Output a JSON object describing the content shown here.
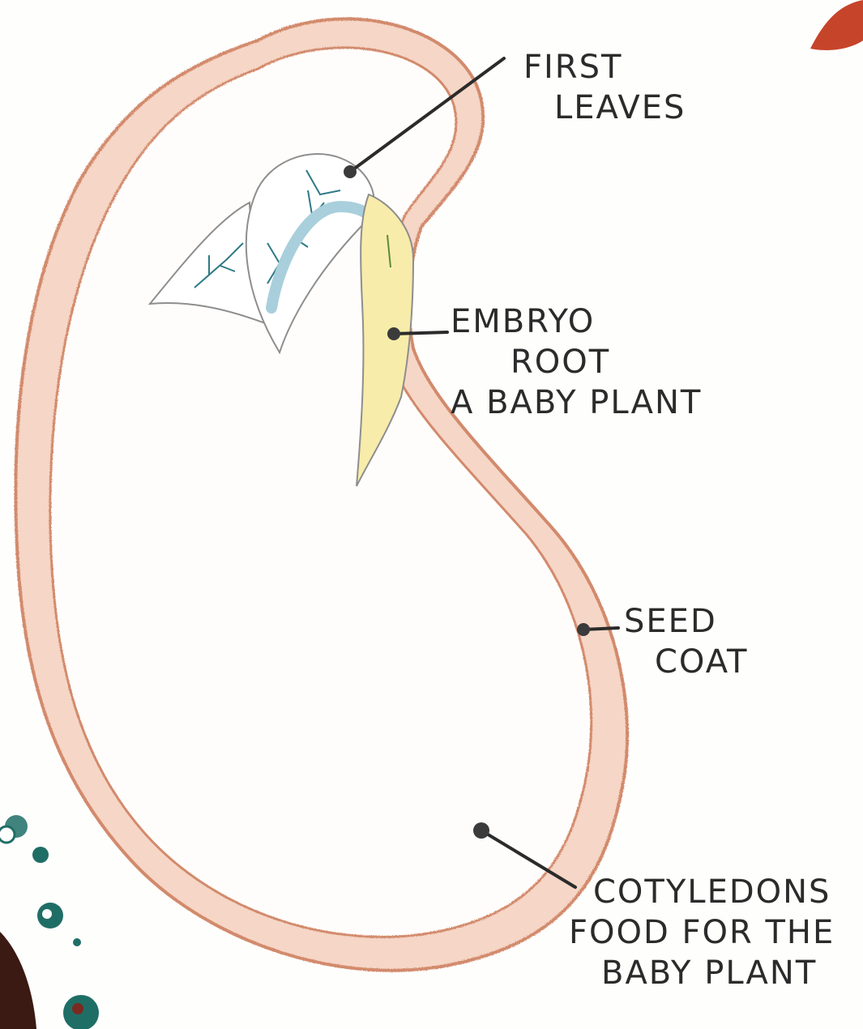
{
  "labels": {
    "first_leaves": [
      "FIRST",
      "LEAVES"
    ],
    "embryo": [
      "EMBRYO",
      "ROOT",
      "A BABY PLANT"
    ],
    "seed_coat": [
      "SEED",
      "COAT"
    ],
    "cotyledons": [
      "COTYLEDONS",
      "FOOD FOR THE",
      "BABY PLANT"
    ]
  },
  "colors": {
    "seed_coat": "#d28a6c",
    "seed_coat_fill": "#f6d6c6",
    "embryo_root": "#f7ecaa",
    "leaf_vein": "#2f7a86",
    "stem": "#a9cfdc",
    "leader_line": "#2b2b2b",
    "paint_teal": "#1f6e66",
    "paint_dark": "#3a1a12",
    "paint_red": "#c6442a"
  }
}
